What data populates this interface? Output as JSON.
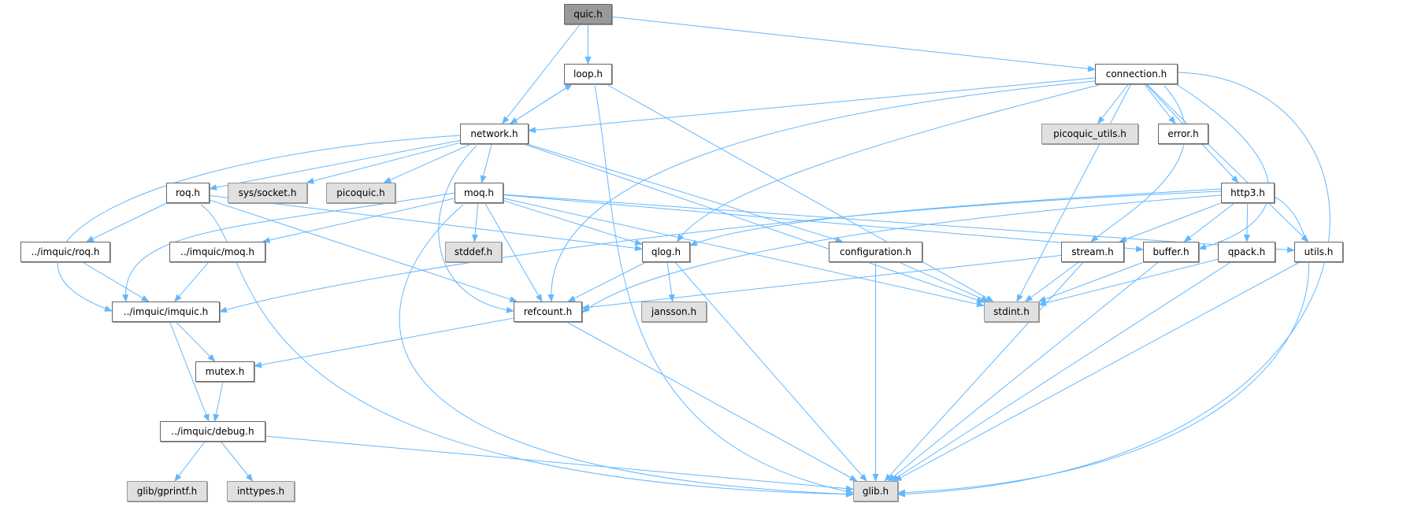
{
  "graph": {
    "edge_color": "#63b8ff",
    "nodes": {
      "quic": "quic.h",
      "loop": "loop.h",
      "network": "network.h",
      "connection": "connection.h",
      "picoquic_utils": "picoquic_utils.h",
      "error": "error.h",
      "roq": "roq.h",
      "syssocket": "sys/socket.h",
      "picoquic": "picoquic.h",
      "moq": "moq.h",
      "http3": "http3.h",
      "imquic_roq": "../imquic/roq.h",
      "imquic_moq": "../imquic/moq.h",
      "stddef": "stddef.h",
      "qlog": "qlog.h",
      "configuration": "configuration.h",
      "stream": "stream.h",
      "buffer": "buffer.h",
      "qpack": "qpack.h",
      "utils": "utils.h",
      "imquic": "../imquic/imquic.h",
      "refcount": "refcount.h",
      "jansson": "jansson.h",
      "stdint": "stdint.h",
      "mutex": "mutex.h",
      "debug": "../imquic/debug.h",
      "gprintf": "glib/gprintf.h",
      "inttypes": "inttypes.h",
      "glib": "glib.h"
    },
    "edges": [
      [
        "quic",
        "loop"
      ],
      [
        "quic",
        "network"
      ],
      [
        "quic",
        "connection"
      ],
      [
        "loop",
        "network"
      ],
      [
        "network",
        "loop"
      ],
      [
        "loop",
        "glib"
      ],
      [
        "loop",
        "stdint"
      ],
      [
        "connection",
        "network"
      ],
      [
        "connection",
        "picoquic_utils"
      ],
      [
        "connection",
        "error"
      ],
      [
        "connection",
        "http3"
      ],
      [
        "connection",
        "stream"
      ],
      [
        "connection",
        "buffer"
      ],
      [
        "connection",
        "utils"
      ],
      [
        "connection",
        "glib"
      ],
      [
        "connection",
        "stdint"
      ],
      [
        "connection",
        "refcount"
      ],
      [
        "connection",
        "qlog"
      ],
      [
        "network",
        "roq"
      ],
      [
        "network",
        "syssocket"
      ],
      [
        "network",
        "picoquic"
      ],
      [
        "network",
        "moq"
      ],
      [
        "network",
        "imquic"
      ],
      [
        "network",
        "refcount"
      ],
      [
        "network",
        "configuration"
      ],
      [
        "network",
        "stdint"
      ],
      [
        "roq",
        "imquic_roq"
      ],
      [
        "roq",
        "qlog"
      ],
      [
        "roq",
        "refcount"
      ],
      [
        "roq",
        "glib"
      ],
      [
        "moq",
        "imquic_moq"
      ],
      [
        "moq",
        "imquic"
      ],
      [
        "moq",
        "stddef"
      ],
      [
        "moq",
        "qlog"
      ],
      [
        "moq",
        "refcount"
      ],
      [
        "moq",
        "glib"
      ],
      [
        "moq",
        "stdint"
      ],
      [
        "moq",
        "buffer"
      ],
      [
        "moq",
        "utils"
      ],
      [
        "imquic_roq",
        "imquic"
      ],
      [
        "imquic_moq",
        "imquic"
      ],
      [
        "imquic",
        "mutex"
      ],
      [
        "imquic",
        "debug"
      ],
      [
        "refcount",
        "mutex"
      ],
      [
        "refcount",
        "glib"
      ],
      [
        "mutex",
        "debug"
      ],
      [
        "debug",
        "gprintf"
      ],
      [
        "debug",
        "inttypes"
      ],
      [
        "debug",
        "glib"
      ],
      [
        "qlog",
        "refcount"
      ],
      [
        "qlog",
        "jansson"
      ],
      [
        "qlog",
        "glib"
      ],
      [
        "configuration",
        "stdint"
      ],
      [
        "configuration",
        "glib"
      ],
      [
        "http3",
        "stream"
      ],
      [
        "http3",
        "buffer"
      ],
      [
        "http3",
        "qpack"
      ],
      [
        "http3",
        "glib"
      ],
      [
        "http3",
        "qlog"
      ],
      [
        "http3",
        "refcount"
      ],
      [
        "http3",
        "imquic"
      ],
      [
        "stream",
        "refcount"
      ],
      [
        "stream",
        "stdint"
      ],
      [
        "stream",
        "glib"
      ],
      [
        "buffer",
        "stdint"
      ],
      [
        "buffer",
        "glib"
      ],
      [
        "qpack",
        "stdint"
      ],
      [
        "qpack",
        "glib"
      ],
      [
        "utils",
        "glib"
      ]
    ]
  }
}
